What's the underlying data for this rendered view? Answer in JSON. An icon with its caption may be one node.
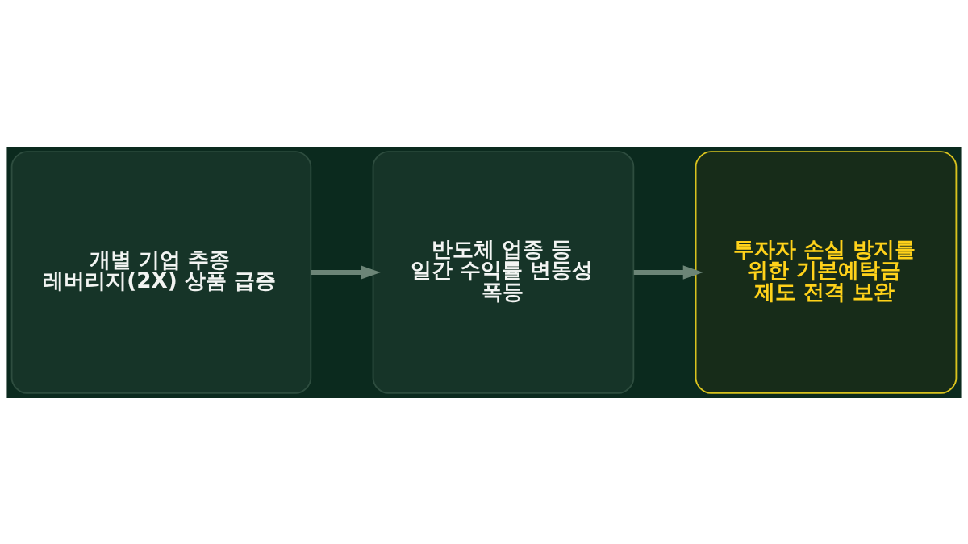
{
  "diagram": {
    "nodes": [
      {
        "text": [
          "개별 기업 추종 레버리지(2X) 상품 급증"
        ]
      },
      {
        "text": [
          "반도체 업종 등 일간 수익률 변동성 폭등"
        ]
      },
      {
        "text": [
          "투자자 손실 방지를 위한 기본예탁금 제도 전격 보완"
        ]
      }
    ],
    "edges": [
      {
        "from": 0,
        "to": 1,
        "arrow": "to"
      },
      {
        "from": 1,
        "to": 2,
        "arrow": "to"
      }
    ]
  }
}
